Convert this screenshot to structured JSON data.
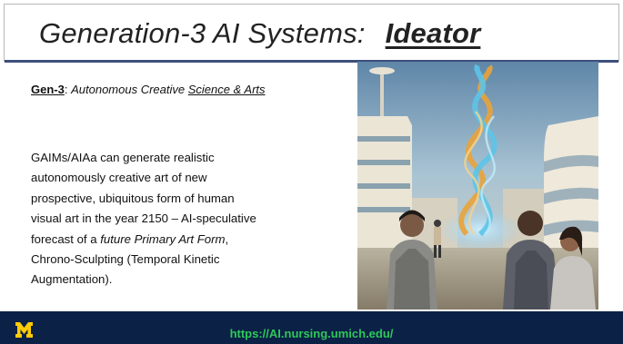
{
  "slide": {
    "title": {
      "prefix": "Generation-3",
      "middle": "AI Systems:",
      "accent": "Ideator"
    },
    "subtitle": {
      "lead": "Gen-3",
      "sep": ":",
      "desc_part1": "Autonomous Creative",
      "desc_underlined": "Science & Arts"
    },
    "body": {
      "line1": "GAIMs/AIAa can generate realistic",
      "line2": "autonomously creative art of new",
      "line3": "prospective, ubiquitous form of human",
      "line4": "visual art in the year 2150 – AI-speculative",
      "line5_prefix": "forecast of a",
      "line5_italic": "future Primary Art Form",
      "line5_suffix": ",",
      "line6": "Chrono-Sculpting (Temporal Kinetic",
      "line7": "Augmentation)."
    }
  },
  "footer": {
    "url": "https://AI.nursing.umich.edu/",
    "logo_letter": "M"
  },
  "colors": {
    "title_rule": "#3d4f7c",
    "footer_bg": "#0b2146",
    "footer_link": "#2ec75a",
    "logo": "#ffcb05"
  },
  "image": {
    "icon": "ai-generated-art-image"
  }
}
